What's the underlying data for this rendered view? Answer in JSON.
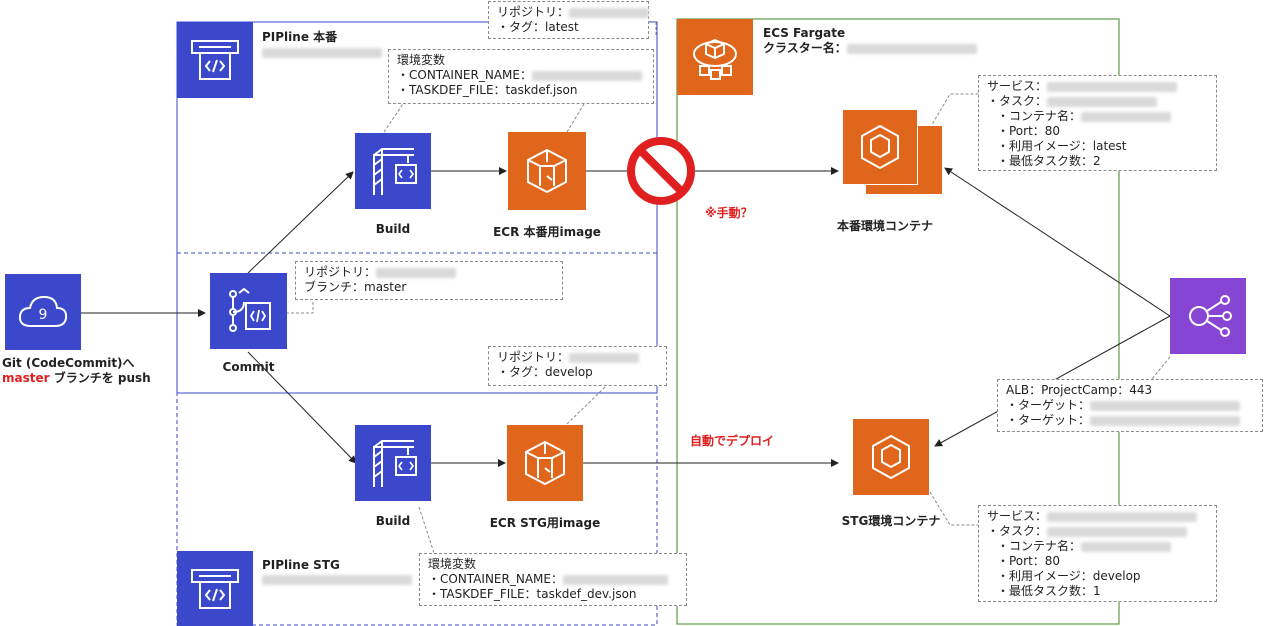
{
  "pipeline_prod": {
    "title": "PIPline 本番"
  },
  "pipeline_stg": {
    "title": "PIPline STG"
  },
  "ecs": {
    "title": "ECS Fargate",
    "cluster_label": "クラスター名："
  },
  "git": {
    "line1": "Git (CodeCommit)へ",
    "line2_highlight": "master",
    "line2_rest": " ブランチを push"
  },
  "commit": {
    "label": "Commit"
  },
  "build_prod": {
    "label": "Build"
  },
  "build_stg": {
    "label": "Build"
  },
  "ecr_prod": {
    "label": "ECR 本番用image"
  },
  "ecr_stg": {
    "label": "ECR STG用image"
  },
  "container_prod": {
    "label": "本番環境コンテナ"
  },
  "container_stg": {
    "label": "STG環境コンテナ"
  },
  "manual_note": "※手動？",
  "auto_deploy_note": "自動でデプロイ",
  "notes": {
    "repo_tag_latest": [
      "リポジトリ：",
      "・タグ：latest"
    ],
    "env_prod": [
      "環境変数",
      "・CONTAINER_NAME：",
      "・TASKDEF_FILE：taskdef.json"
    ],
    "commit_info": [
      "リポジトリ：",
      "ブランチ：master"
    ],
    "repo_tag_develop": [
      "リポジトリ：",
      "・タグ：develop"
    ],
    "env_stg": [
      "環境変数",
      "・CONTAINER_NAME：",
      "・TASKDEF_FILE：taskdef_dev.json"
    ],
    "service_prod": [
      "サービス：",
      "・タスク：",
      "・コンテナ名：",
      "・Port：80",
      "・利用イメージ：latest",
      "・最低タスク数：2"
    ],
    "alb": [
      "ALB：ProjectCamp：443",
      "・ターゲット：",
      "・ターゲット："
    ],
    "service_stg": [
      "サービス：",
      "・タスク：",
      "・コンテナ名：",
      "・Port：80",
      "・利用イメージ：develop",
      "・最低タスク数：1"
    ]
  },
  "colors": {
    "aws_blue": "#3b48cc",
    "aws_orange": "#e0661c",
    "alb_purple": "#8745d3",
    "group_green": "#3f8624",
    "alert_red": "#e02020"
  },
  "icons": {
    "pipeline_prod": "codepipeline-icon",
    "pipeline_stg": "codepipeline-icon",
    "git": "codecommit-icon",
    "commit": "commit-branch-icon",
    "build": "codebuild-crane-icon",
    "ecr": "ecr-image-icon",
    "ecs_cluster": "fargate-cluster-icon",
    "container": "ecs-container-icon",
    "alb": "load-balancer-icon",
    "no_entry": "prohibited-icon"
  }
}
